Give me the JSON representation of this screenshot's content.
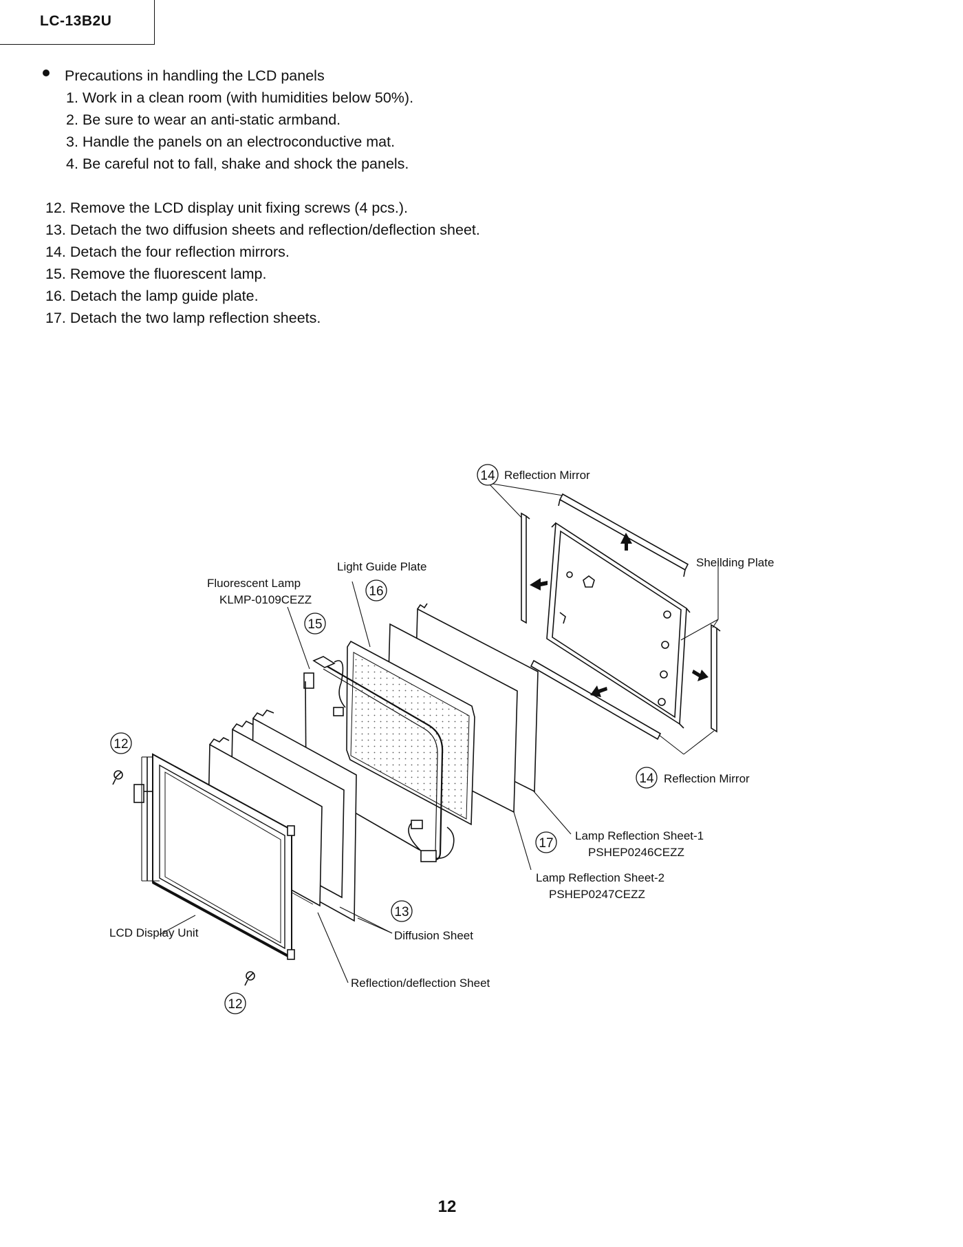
{
  "header": {
    "model": "LC-13B2U"
  },
  "precautions": {
    "heading": "Precautions in handling the LCD panels",
    "items": [
      "1. Work in a clean room (with humidities below 50%).",
      "2. Be sure to wear an anti-static armband.",
      "3. Handle the panels on an electroconductive mat.",
      "4. Be careful not to fall, shake and shock the panels."
    ]
  },
  "steps": [
    "12. Remove the LCD display unit fixing screws (4 pcs.).",
    "13. Detach the two diffusion sheets and reflection/deflection sheet.",
    "14. Detach the four reflection mirrors.",
    "15. Remove the fluorescent lamp.",
    "16. Detach the lamp guide plate.",
    "17. Detach the two lamp reflection sheets."
  ],
  "diagram": {
    "labels": {
      "reflection_mirror_top": "Reflection Mirror",
      "sheilding_plate": "Sheilding Plate",
      "light_guide_plate": "Light Guide Plate",
      "fluorescent_lamp": "Fluorescent Lamp",
      "fluorescent_lamp_part": "KLMP-0109CEZZ",
      "reflection_mirror_bottom": "Reflection Mirror",
      "lamp_reflection_sheet_1": "Lamp Reflection Sheet-1",
      "lamp_reflection_sheet_1_part": "PSHEP0246CEZZ",
      "lamp_reflection_sheet_2": "Lamp Reflection Sheet-2",
      "lamp_reflection_sheet_2_part": "PSHEP0247CEZZ",
      "lcd_display_unit": "LCD Display Unit",
      "diffusion_sheet": "Diffusion Sheet",
      "reflection_deflection_sheet": "Reflection/deflection Sheet"
    },
    "callouts": {
      "mirror_top": "14",
      "light_guide": "16",
      "lamp": "15",
      "screw_top": "12",
      "mirror_bottom": "14",
      "lamp_sheets": "17",
      "sheets": "13",
      "screw_bottom": "12"
    }
  },
  "page": {
    "number": "12"
  }
}
